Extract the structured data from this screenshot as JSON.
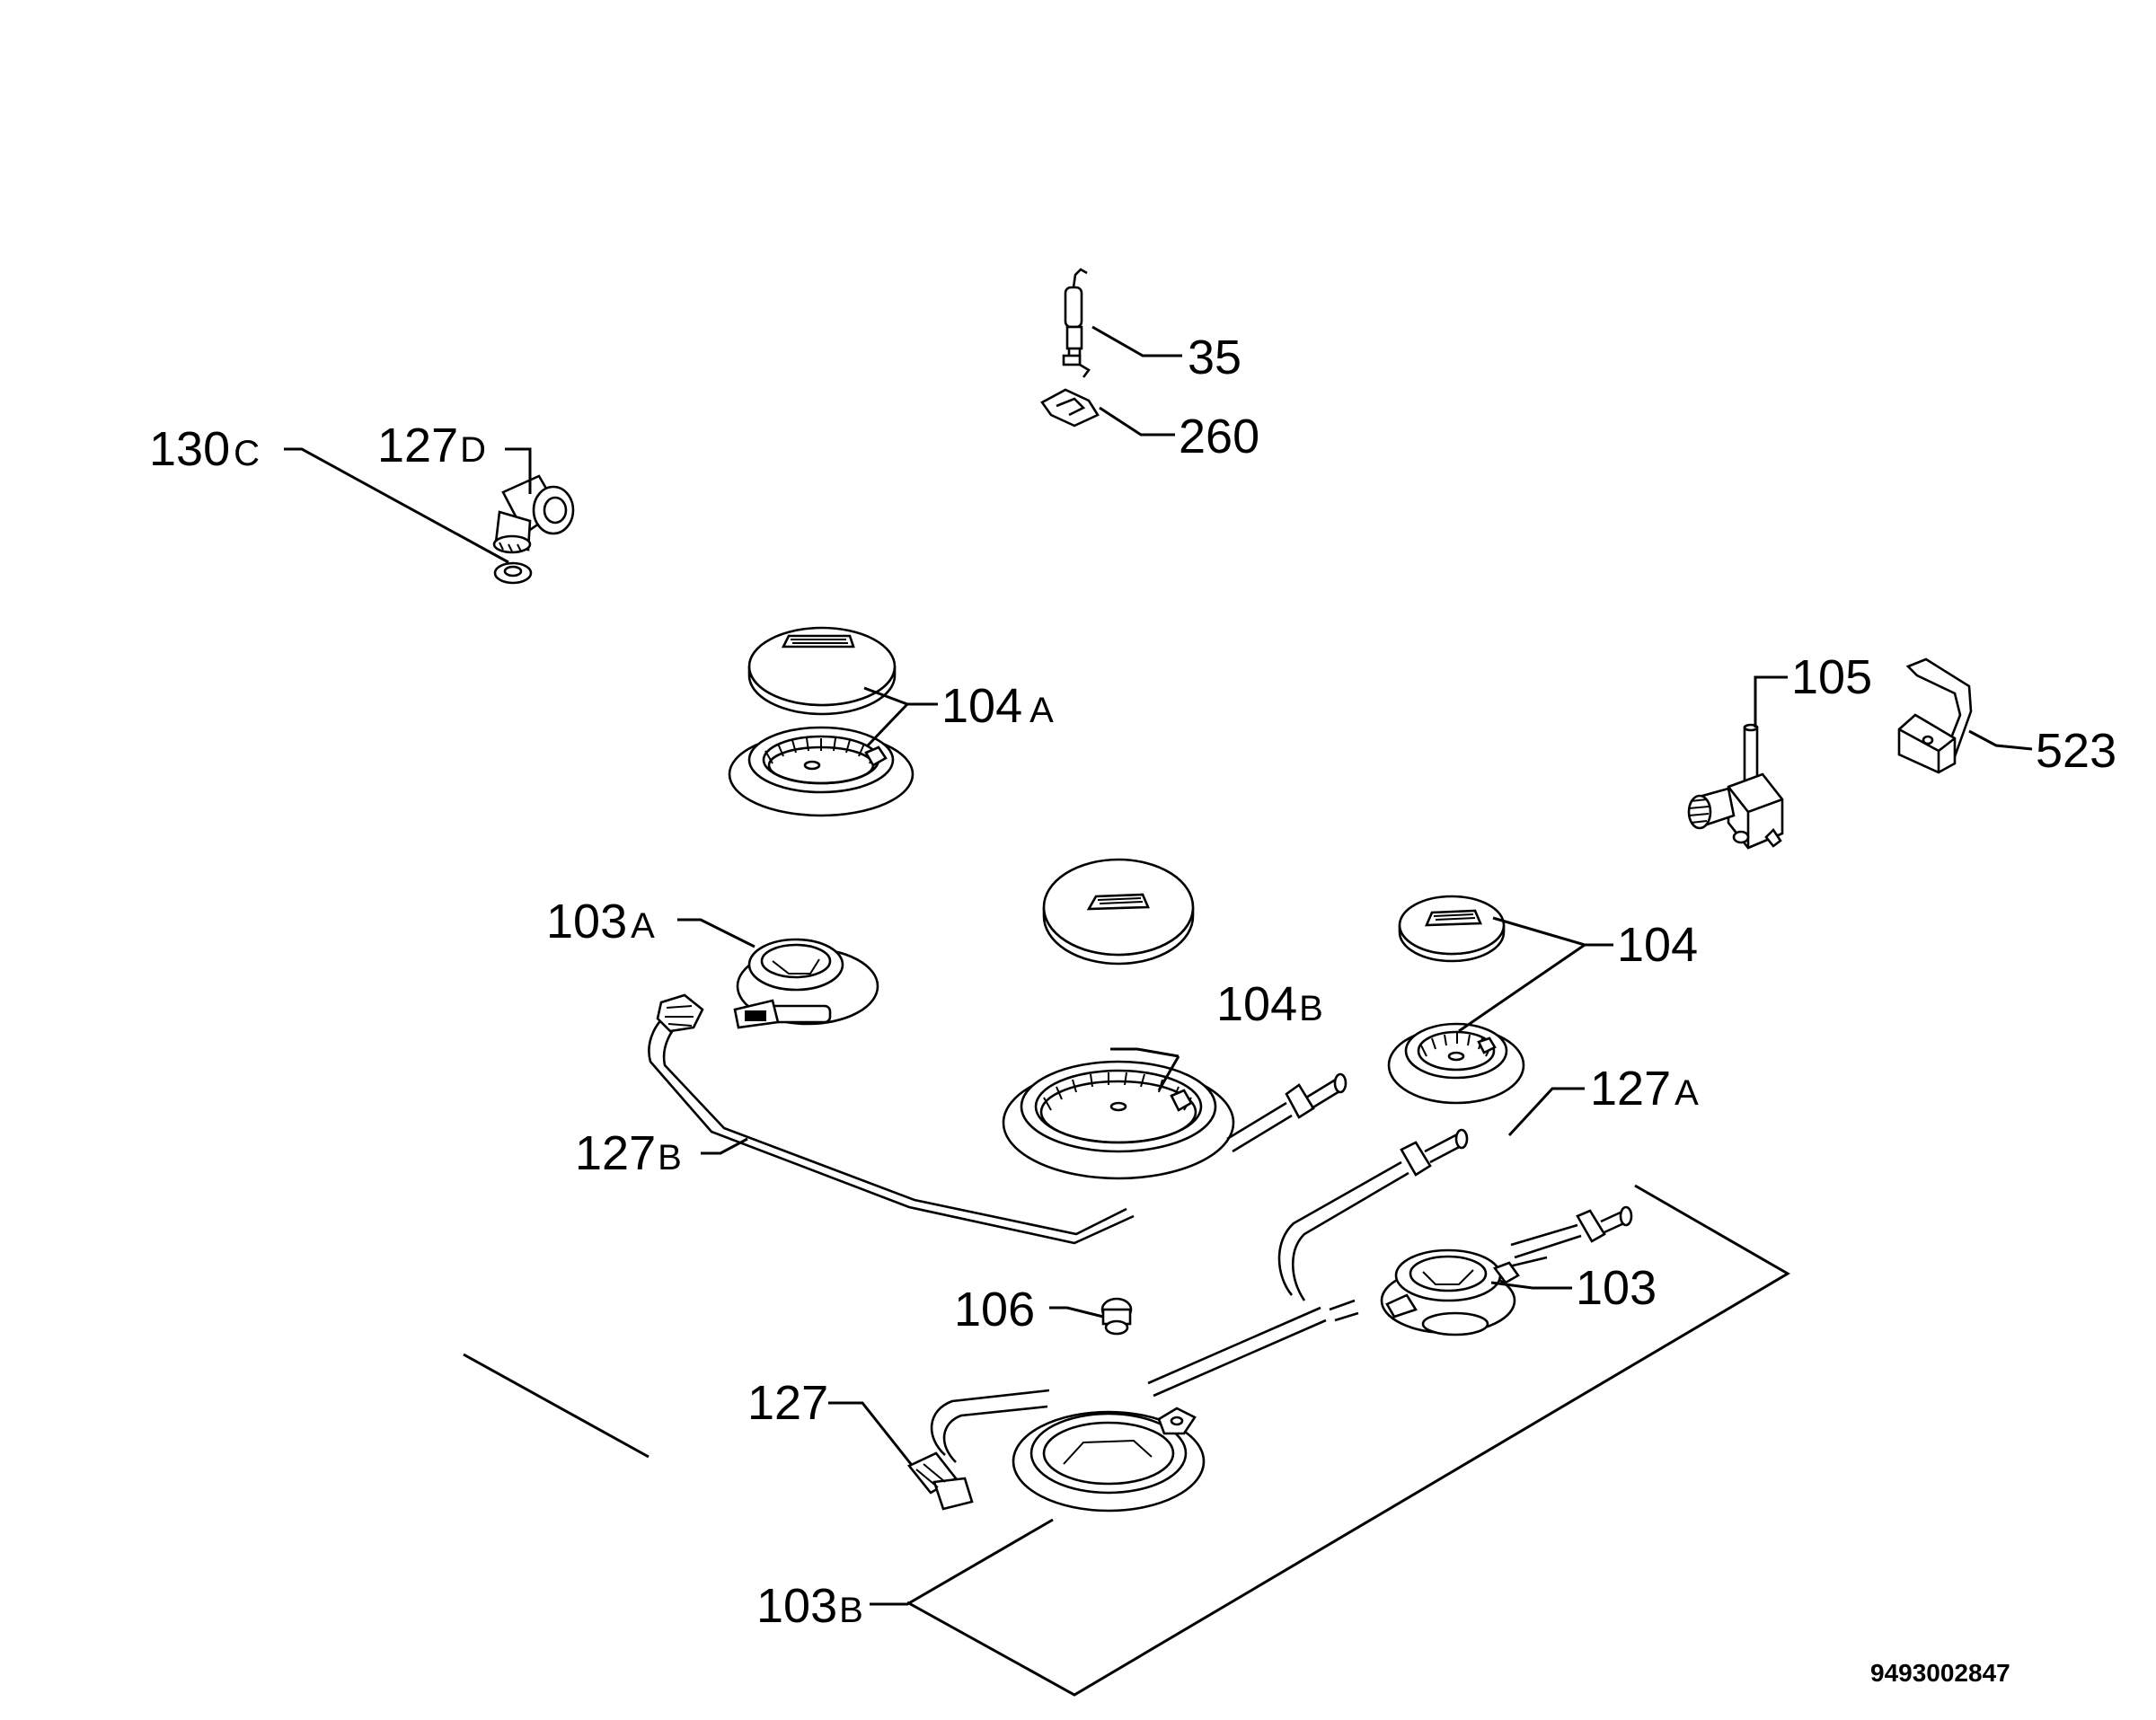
{
  "labels": {
    "p35": {
      "num": "35",
      "sfx": ""
    },
    "p260": {
      "num": "260",
      "sfx": ""
    },
    "p130c": {
      "num": "130",
      "sfx": "C"
    },
    "p127d": {
      "num": "127",
      "sfx": "D"
    },
    "p104a": {
      "num": "104",
      "sfx": "A"
    },
    "p105": {
      "num": "105",
      "sfx": ""
    },
    "p523": {
      "num": "523",
      "sfx": ""
    },
    "p103a": {
      "num": "103",
      "sfx": "A"
    },
    "p104": {
      "num": "104",
      "sfx": ""
    },
    "p104b": {
      "num": "104",
      "sfx": "B"
    },
    "p127a": {
      "num": "127",
      "sfx": "A"
    },
    "p127b": {
      "num": "127",
      "sfx": "B"
    },
    "p103": {
      "num": "103",
      "sfx": ""
    },
    "p106": {
      "num": "106",
      "sfx": ""
    },
    "p127": {
      "num": "127",
      "sfx": ""
    },
    "p103b": {
      "num": "103",
      "sfx": "B"
    }
  },
  "drawing_code": "9493002847"
}
